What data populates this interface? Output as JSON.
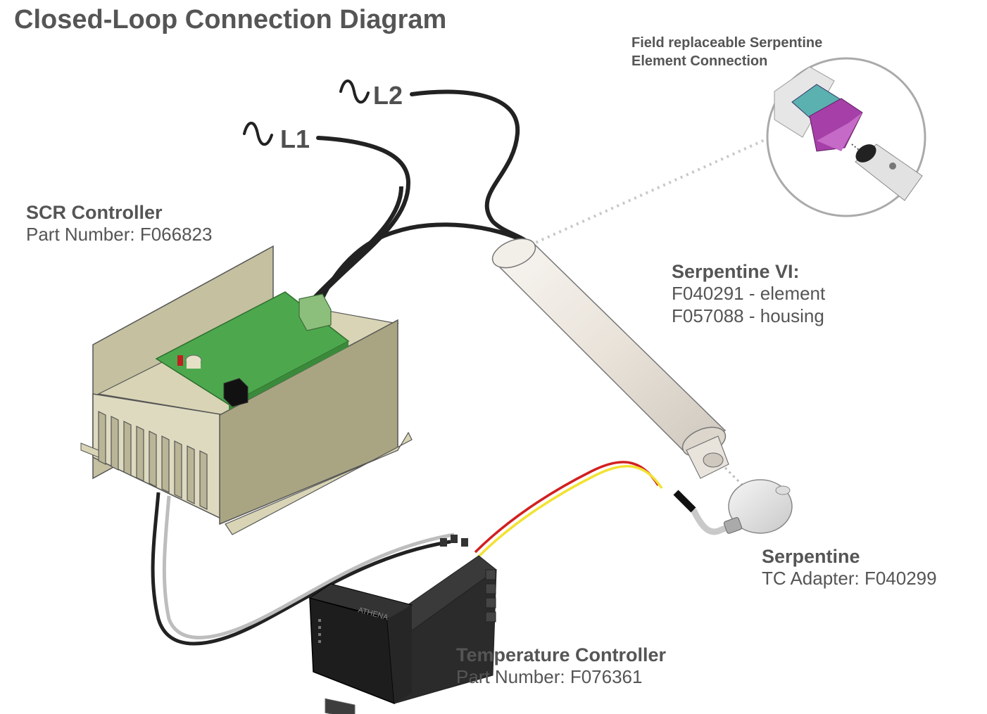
{
  "title": "Closed-Loop Connection Diagram",
  "lines": {
    "l1": "L1",
    "l2": "L2"
  },
  "detail": {
    "line1": "Field replaceable Serpentine",
    "line2": "Element Connection"
  },
  "scr": {
    "name": "SCR Controller",
    "part": "Part Number: F066823"
  },
  "serpentine_vi": {
    "name": "Serpentine VI:",
    "element": "F040291 - element",
    "housing": "F057088 - housing"
  },
  "tc_adapter": {
    "name": "Serpentine",
    "part": "TC Adapter: F040299"
  },
  "temp_controller": {
    "name": "Temperature Controller",
    "part": "Part Number: F076361",
    "brand": "ATHENA"
  },
  "colors": {
    "text": "#555555",
    "pcb": "#4da84d",
    "heatsink": "#a9a583",
    "cylinder": "#ece7e0",
    "element_purple": "#a63fa8",
    "wire_black": "#222222",
    "wire_red": "#d22020",
    "wire_yellow": "#f2e233"
  }
}
